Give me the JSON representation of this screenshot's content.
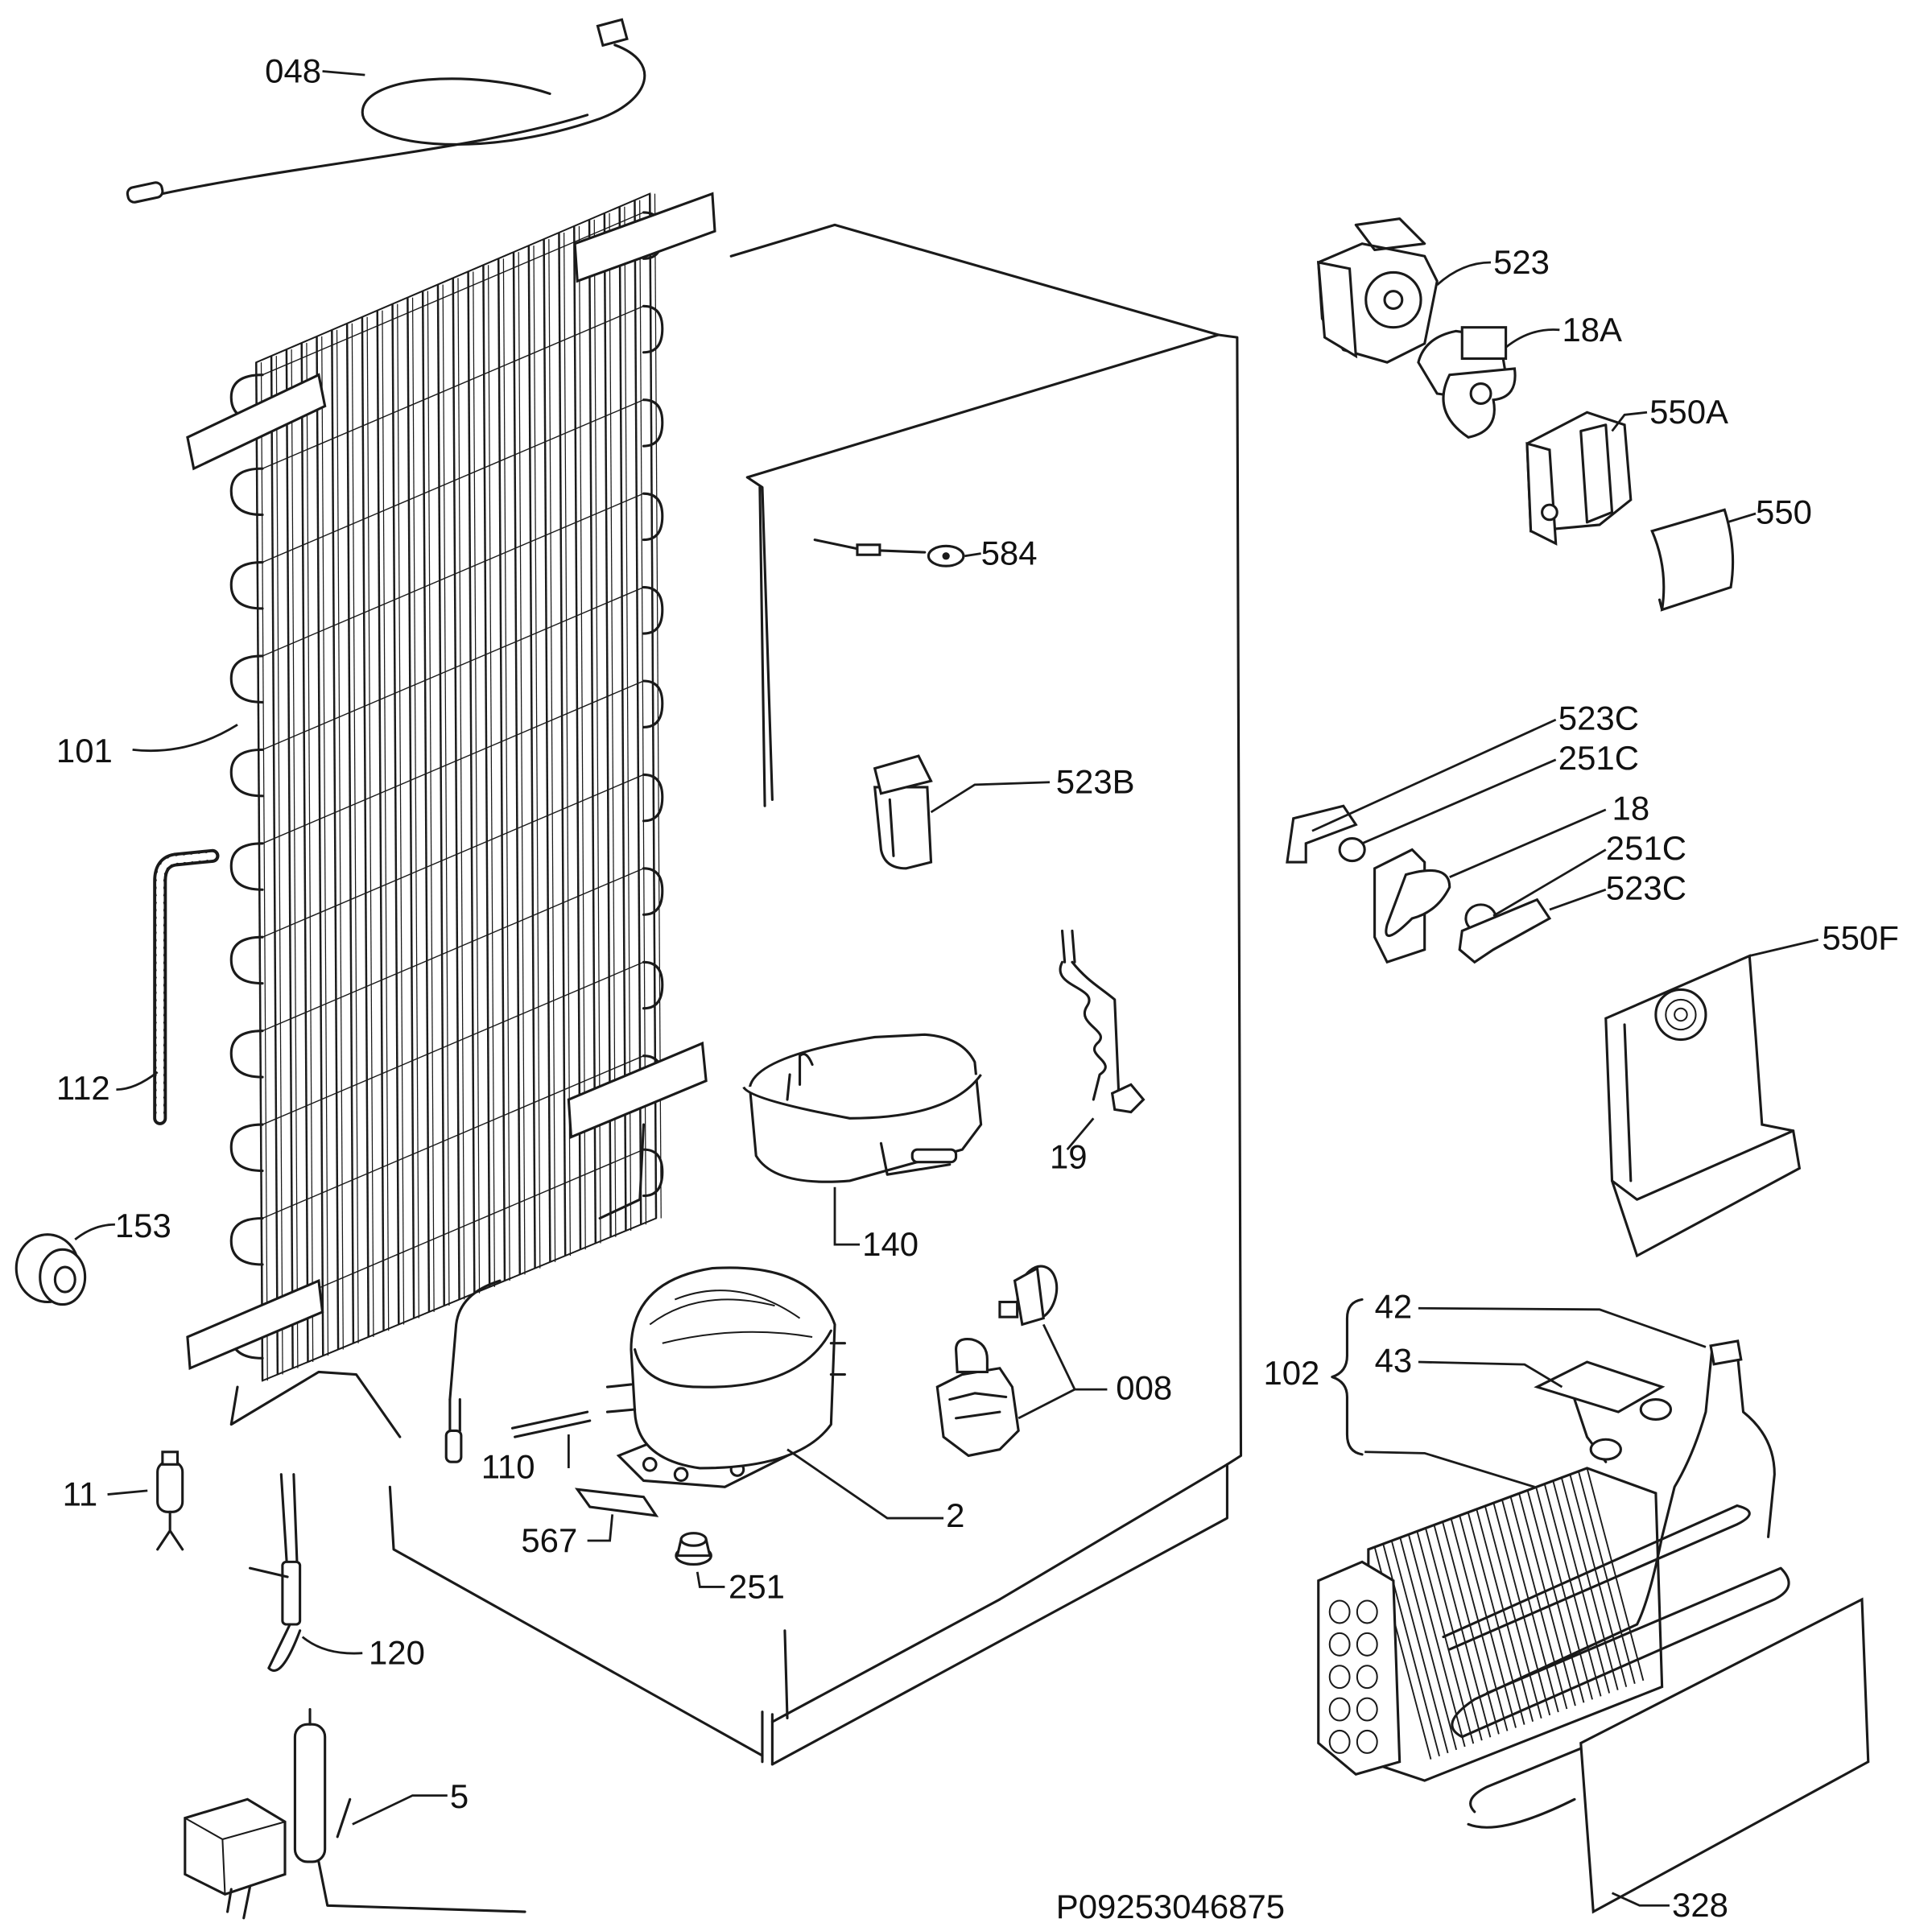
{
  "diagram": {
    "image_code": "P09253046875",
    "group_label": "102",
    "parts": [
      {
        "id": "048"
      },
      {
        "id": "101"
      },
      {
        "id": "112"
      },
      {
        "id": "153"
      },
      {
        "id": "11"
      },
      {
        "id": "120"
      },
      {
        "id": "5"
      },
      {
        "id": "584"
      },
      {
        "id": "523"
      },
      {
        "id": "18A"
      },
      {
        "id": "550A"
      },
      {
        "id": "550"
      },
      {
        "id": "523B"
      },
      {
        "id": "523C"
      },
      {
        "id": "251C"
      },
      {
        "id": "18"
      },
      {
        "id": "251C"
      },
      {
        "id": "523C"
      },
      {
        "id": "550F"
      },
      {
        "id": "19"
      },
      {
        "id": "140"
      },
      {
        "id": "008"
      },
      {
        "id": "110"
      },
      {
        "id": "2"
      },
      {
        "id": "567"
      },
      {
        "id": "251"
      },
      {
        "id": "42"
      },
      {
        "id": "43"
      },
      {
        "id": "328"
      }
    ]
  }
}
